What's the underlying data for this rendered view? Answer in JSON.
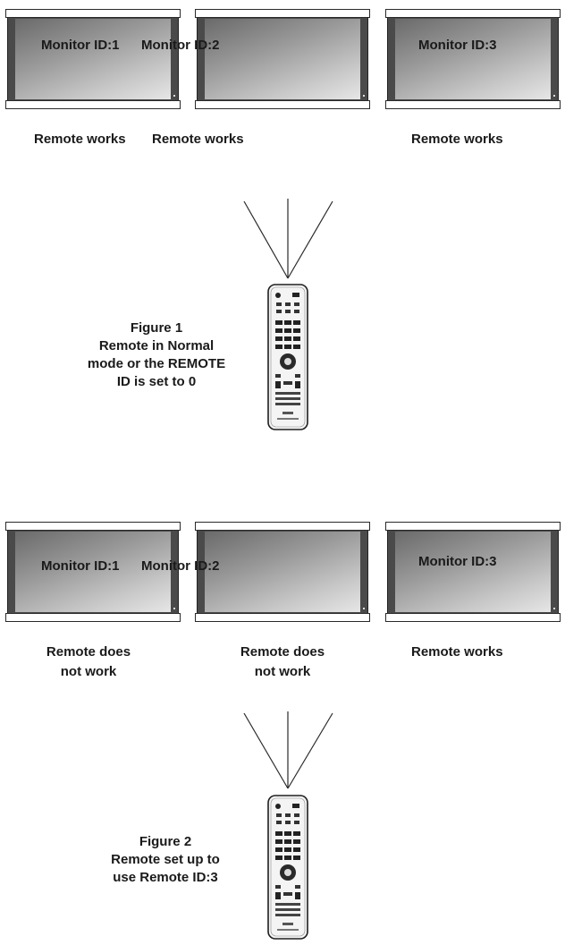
{
  "panels": [
    {
      "monitors": [
        {
          "id_label": "Monitor ID:1",
          "status": [
            "Remote works"
          ]
        },
        {
          "id_label": "Monitor ID:2",
          "status": [
            "Remote works"
          ]
        },
        {
          "id_label": "Monitor ID:3",
          "status": [
            "Remote works"
          ]
        }
      ],
      "caption": [
        "Figure 1",
        "Remote in Normal",
        "mode or the REMOTE",
        "ID is set to 0"
      ]
    },
    {
      "monitors": [
        {
          "id_label": "Monitor ID:1",
          "status": [
            "Remote does",
            "not work"
          ]
        },
        {
          "id_label": "Monitor ID:2",
          "status": [
            "Remote does",
            "not work"
          ]
        },
        {
          "id_label": "Monitor ID:3",
          "status": [
            "Remote works"
          ]
        }
      ],
      "caption": [
        "Figure 2",
        "Remote set up to",
        "use Remote ID:3"
      ]
    }
  ],
  "icons": {
    "display": "monitor-icon",
    "controller": "remote-control-icon",
    "signal": "signal-beam-icon"
  },
  "colors": {
    "text": "#1a1a1a",
    "bezel": "#4a4a4a",
    "screen_dark": "#6a6a6a",
    "screen_light": "#e6e6e6"
  }
}
